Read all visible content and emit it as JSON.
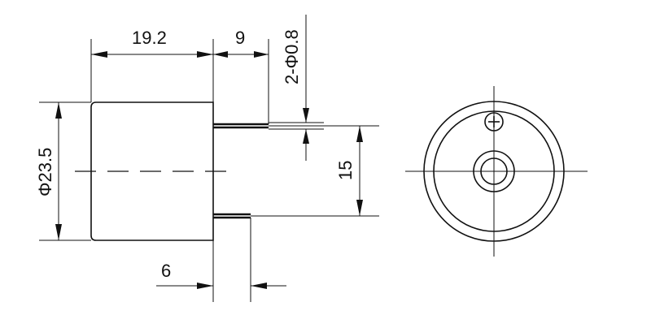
{
  "dimensions": {
    "length": "19.2",
    "pin_offset": "9",
    "pin_spec": "2-Φ0.8",
    "diameter": "Φ23.5",
    "pin_spacing": "15",
    "pin_length": "6"
  },
  "polarity_symbol": "plus-icon"
}
